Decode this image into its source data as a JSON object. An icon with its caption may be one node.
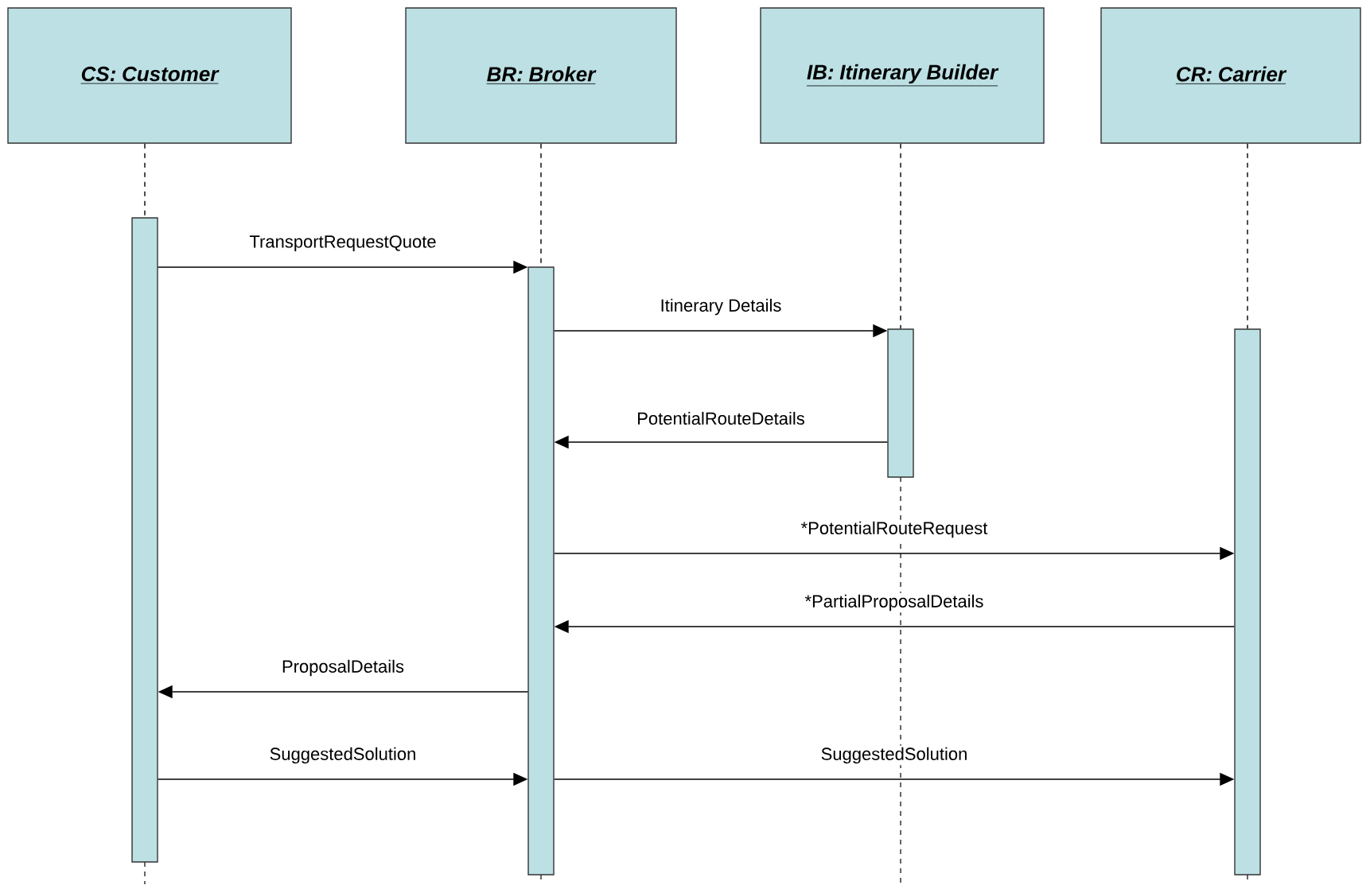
{
  "diagram": {
    "nodes": [
      {
        "text": [
          "CS: Customer"
        ]
      },
      {
        "text": [
          "BR: Broker"
        ]
      },
      {
        "text": [
          "IB: Itinerary Builder"
        ]
      },
      {
        "text": [
          "CR: Carrier"
        ]
      },
      {
        "text": [],
        "shape": "bar"
      },
      {
        "text": [],
        "shape": "bar"
      },
      {
        "text": [],
        "shape": "bar"
      },
      {
        "text": [],
        "shape": "bar"
      }
    ],
    "edges": [
      {
        "from": 0,
        "to": 4,
        "arrow": "none",
        "style": "dashed"
      },
      {
        "from": 1,
        "to": 5,
        "arrow": "none",
        "style": "dashed"
      },
      {
        "from": 2,
        "to": 6,
        "arrow": "none",
        "style": "dashed"
      },
      {
        "from": 3,
        "to": 7,
        "arrow": "none",
        "style": "dashed"
      },
      {
        "from": 4,
        "to": 5,
        "arrow": "to",
        "label": "TransportRequestQuote"
      },
      {
        "from": 5,
        "to": 6,
        "arrow": "to",
        "label": "Itinerary Details"
      },
      {
        "from": 6,
        "to": 5,
        "arrow": "to",
        "label": "PotentialRouteDetails"
      },
      {
        "from": 5,
        "to": 7,
        "arrow": "to",
        "label": "*PotentialRouteRequest"
      },
      {
        "from": 7,
        "to": 5,
        "arrow": "to",
        "label": "*PartialProposalDetails"
      },
      {
        "from": 5,
        "to": 4,
        "arrow": "to",
        "label": "ProposalDetails"
      },
      {
        "from": 4,
        "to": 5,
        "arrow": "to",
        "label": "SuggestedSolution"
      },
      {
        "from": 5,
        "to": 7,
        "arrow": "to",
        "label": "SuggestedSolution"
      }
    ]
  }
}
